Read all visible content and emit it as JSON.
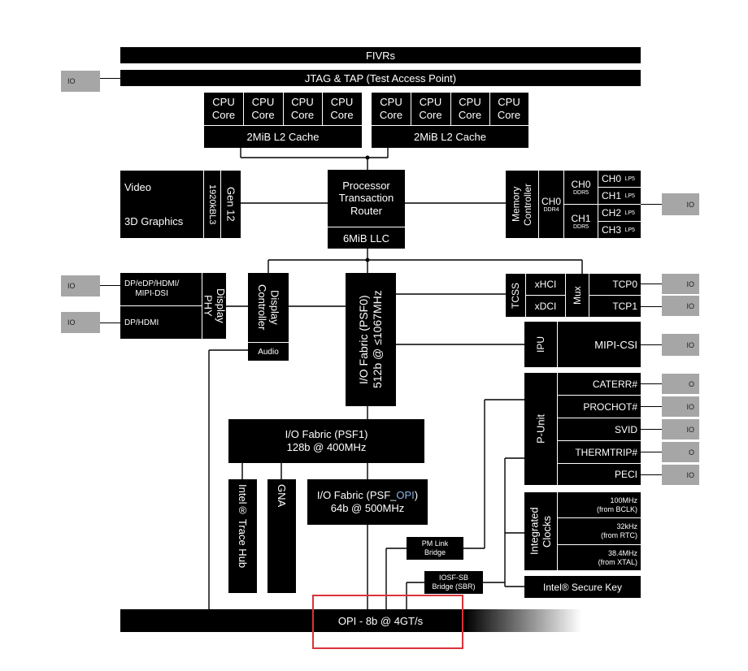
{
  "bars": {
    "fivrs": "FIVRs",
    "jtag": "JTAG & TAP (Test Access Point)"
  },
  "cpu": {
    "core_label": "CPU\nCore",
    "l2_left": "2MiB L2 Cache",
    "l2_right": "2MiB L2 Cache"
  },
  "graphics": {
    "video": "Video",
    "graphics3d": "3D Graphics",
    "l3": "1920kBL3",
    "gen": "Gen 12"
  },
  "router": {
    "label": "Processor\nTransaction\nRouter",
    "llc": "6MiB LLC"
  },
  "memory": {
    "controller": "Memory\nController",
    "ch0_ddr4": "CH0",
    "ddr4": "DDR4",
    "ch0_ddr5": "CH0",
    "ch1_ddr5": "CH1",
    "ddr5": "DDR5",
    "lp": [
      {
        "ch": "CH0",
        "sub": "LP5"
      },
      {
        "ch": "CH1",
        "sub": "LP5"
      },
      {
        "ch": "CH2",
        "sub": "LP5"
      },
      {
        "ch": "CH3",
        "sub": "LP5"
      }
    ]
  },
  "display": {
    "port1": "DP/eDP/HDMI/\nMIPI-DSI",
    "port2": "DP/HDMI",
    "phy": "Display\nPHY",
    "controller": "Display\nController",
    "audio": "Audio"
  },
  "fabrics": {
    "psf0": "I/O Fabric (PSF0)\n512b @ ≤1067MHz",
    "psf1": "I/O Fabric (PSF1)\n128b @ 400MHz",
    "psf_opi_prefix": "I/O Fabric (PSF_",
    "psf_opi_suffix": "OPI",
    "psf_opi_close": ")",
    "psf_opi_speed": "64b @ 500MHz",
    "trace_hub": "Intel® Trace Hub",
    "gna": "GNA"
  },
  "usb": {
    "tcss": "TCSS",
    "xhci": "xHCI",
    "xdci": "xDCI",
    "mux": "Mux",
    "tcp0": "TCP0",
    "tcp1": "TCP1"
  },
  "ipu": {
    "ipu": "IPU",
    "mipi_csi": "MIPI-CSI"
  },
  "punit": {
    "label": "P-Unit",
    "signals": [
      "CATERR#",
      "PROCHOT#",
      "SVID",
      "THERMTRIP#",
      "PECI"
    ]
  },
  "clocks": {
    "label": "Integrated\nClocks",
    "items": [
      "100MHz\n(from BCLK)",
      "32kHz\n(from RTC)",
      "38.4MHz\n(from XTAL)"
    ]
  },
  "bridges": {
    "pm_link": "PM Link\nBridge",
    "iosf_sb": "IOSF-SB\nBridge (SBR)"
  },
  "secure_key": "Intel® Secure Key",
  "opi": "OPI - 8b @ 4GT/s",
  "io": {
    "io": "IO",
    "o": "O"
  },
  "colors": {
    "block": "#000000",
    "io_pad": "#a6a6a6",
    "highlight": "#d9333a"
  }
}
